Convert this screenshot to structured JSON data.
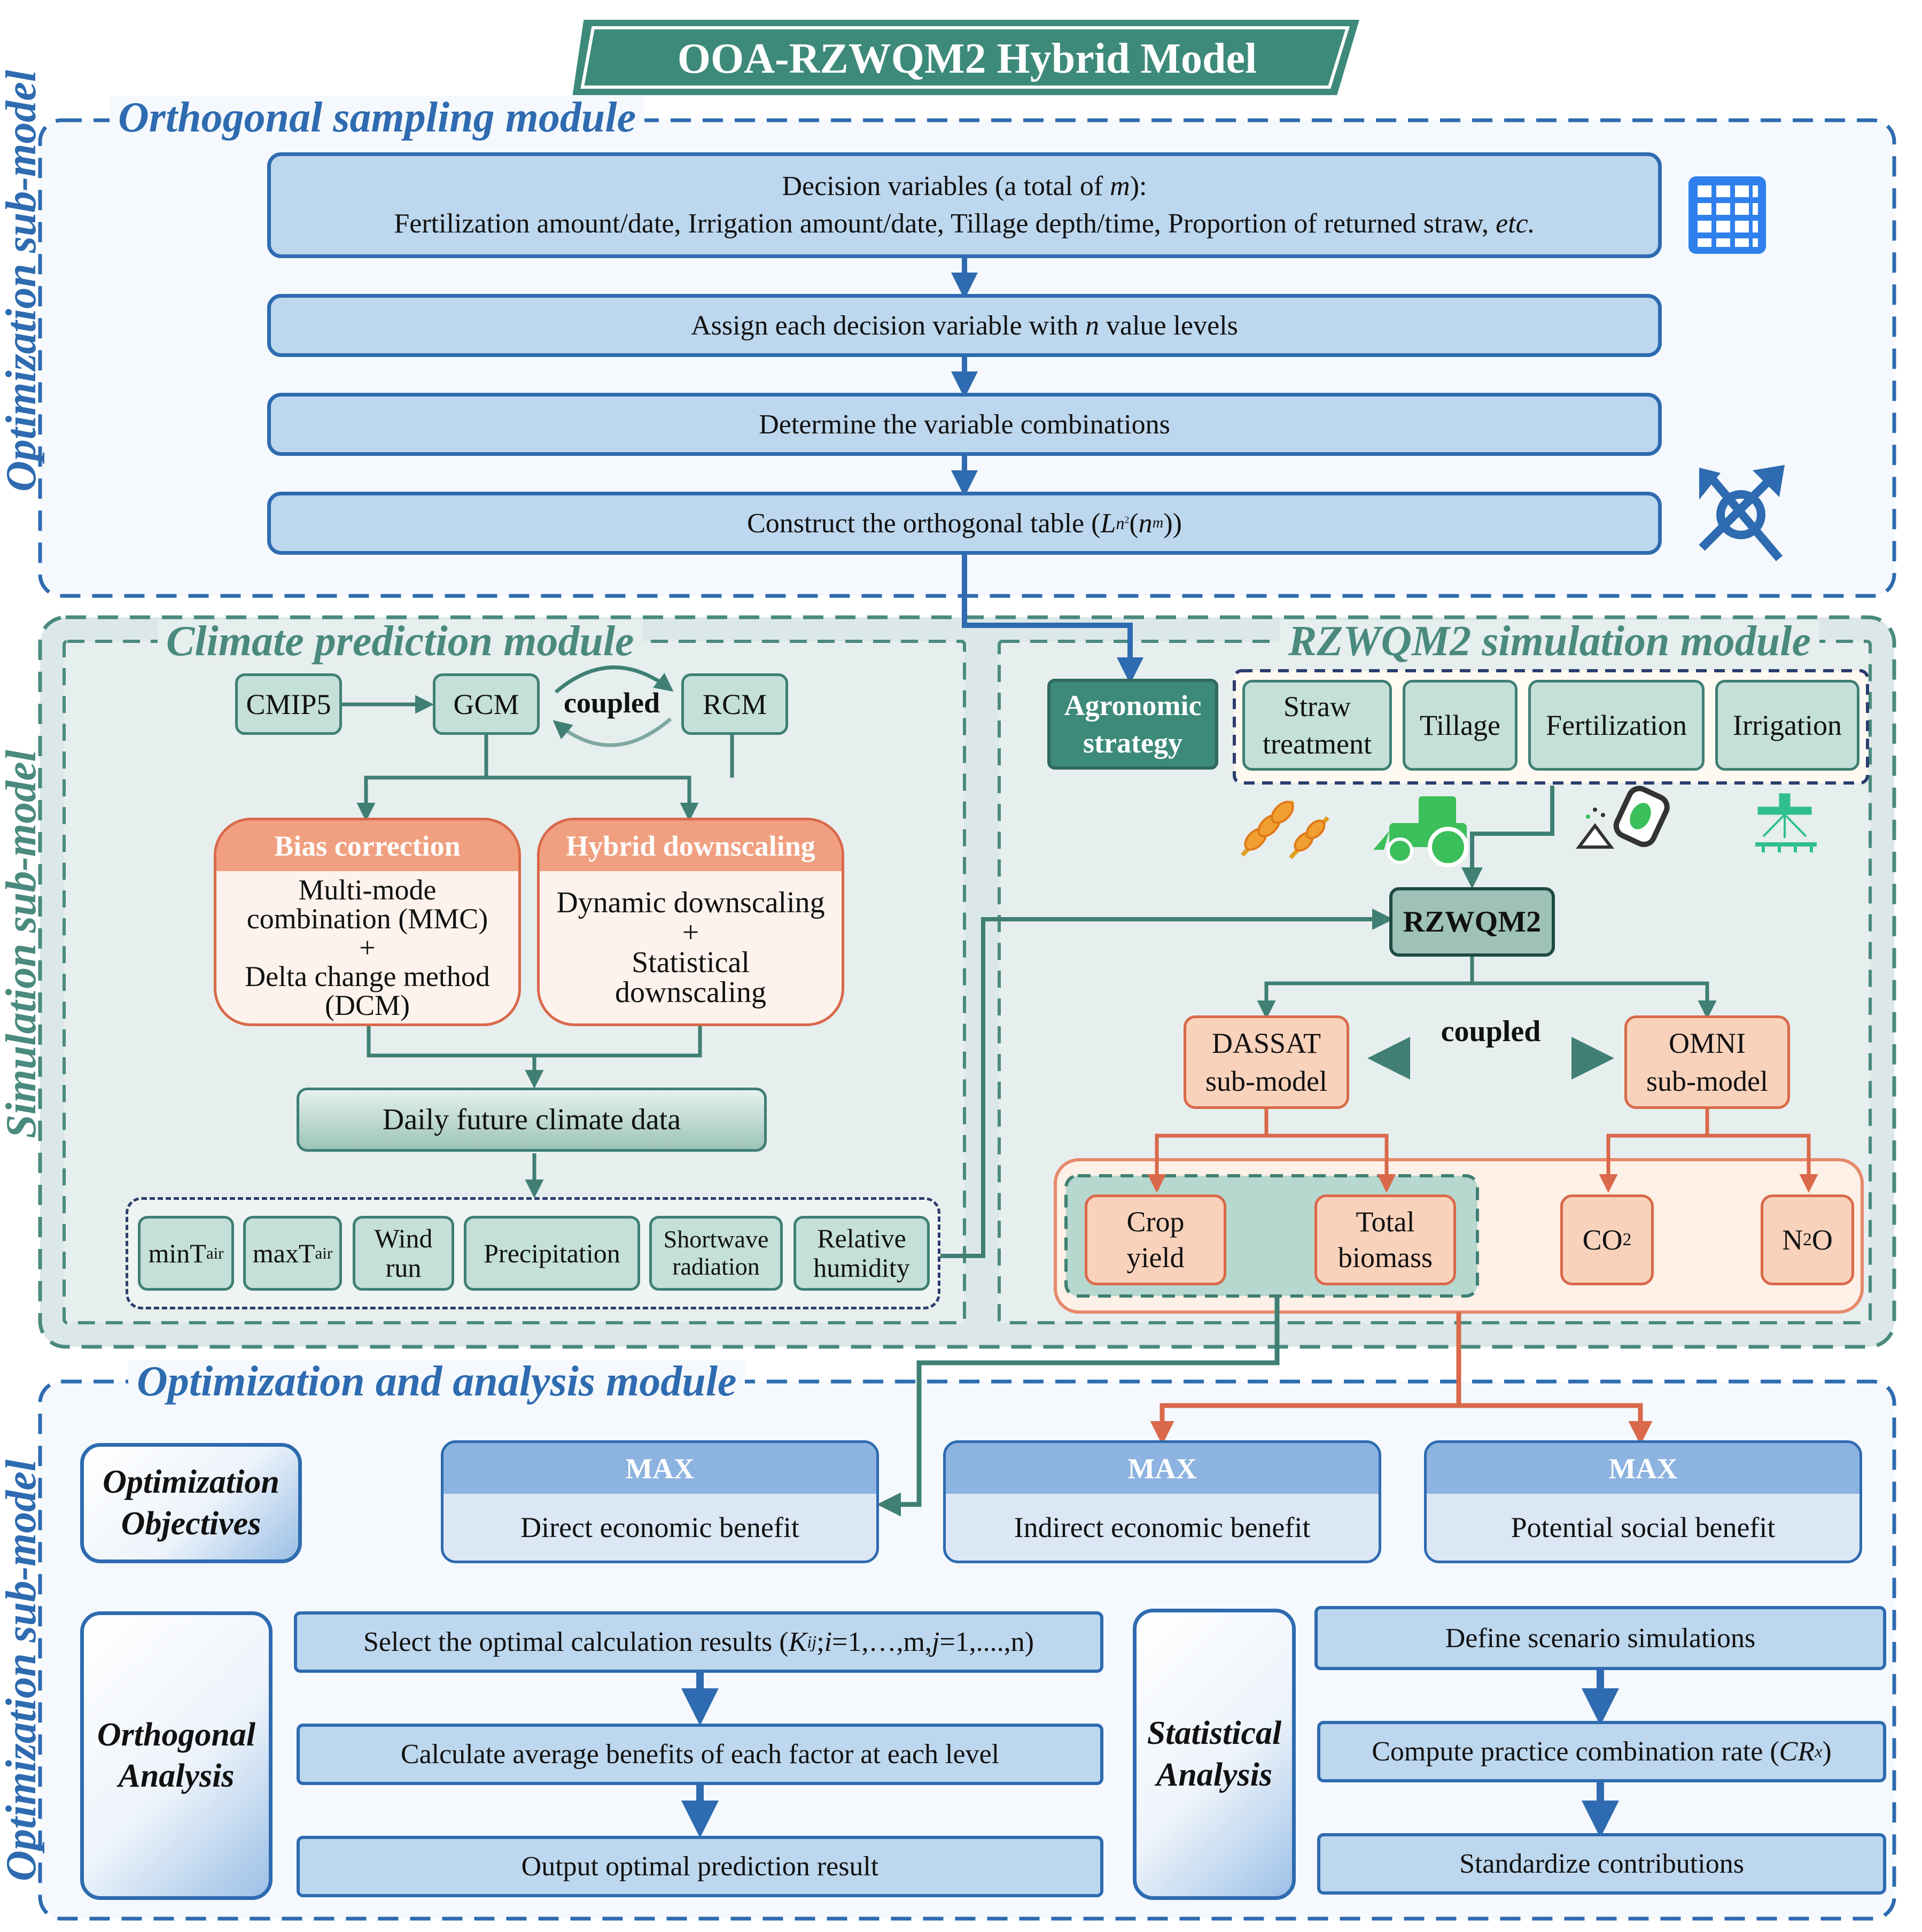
{
  "title": "OOA-RZWQM2 Hybrid Model",
  "side_labels": {
    "top": "Optimization sub-model",
    "middle": "Simulation sub-model",
    "bottom": "Optimization sub-model"
  },
  "orthogonal_sampling": {
    "title": "Orthogonal sampling module",
    "decision_line1_pre": "Decision variables (a total of ",
    "decision_line1_var": "m",
    "decision_line1_post": "):",
    "decision_line2_pre": "Fertilization amount/date, Irrigation amount/date, Tillage depth/time, Proportion of returned straw, ",
    "decision_line2_etc": "etc.",
    "assign_pre": "Assign each decision variable with ",
    "assign_var": "n",
    "assign_post": " value levels",
    "determine": "Determine the variable combinations",
    "arrow_mark": "c",
    "construct_pre": "Construct the orthogonal table (",
    "construct_L": "L",
    "construct_n": "n",
    "construct_2": "2",
    "construct_paren": "(",
    "construct_n2": "n",
    "construct_m": "m",
    "construct_post": "))"
  },
  "climate": {
    "title": "Climate prediction module",
    "cmip5": "CMIP5",
    "gcm": "GCM",
    "coupled": "coupled",
    "rcm": "RCM",
    "bias_title": "Bias correction",
    "bias_l1": "Multi-mode",
    "bias_l2": "combination (MMC)",
    "bias_l3": "+",
    "bias_l4": "Delta change method",
    "bias_l5": "(DCM)",
    "hybrid_title": "Hybrid downscaling",
    "hybrid_l1": "Dynamic downscaling",
    "hybrid_l2": "+",
    "hybrid_l3": "Statistical",
    "hybrid_l4": "downscaling",
    "daily": "Daily future climate data",
    "vars": {
      "min_base": "minT",
      "min_sub": "air",
      "max_base": "maxT",
      "max_sub": "air",
      "wind1": "Wind",
      "wind2": "run",
      "precip": "Precipitation",
      "sw1": "Shortwave",
      "sw2": "radiation",
      "rh1": "Relative",
      "rh2": "humidity"
    }
  },
  "rzwqm": {
    "title": "RZWQM2 simulation module",
    "agro1": "Agronomic",
    "agro2": "strategy",
    "straw1": "Straw",
    "straw2": "treatment",
    "tillage": "Tillage",
    "fert": "Fertilization",
    "irrig": "Irrigation",
    "model": "RZWQM2",
    "dassat1": "DASSAT",
    "dassat2": "sub-model",
    "coupled": "coupled",
    "omni1": "OMNI",
    "omni2": "sub-model",
    "crop1": "Crop",
    "crop2": "yield",
    "bio1": "Total",
    "bio2": "biomass",
    "co2_base": "CO",
    "co2_sub": "2",
    "n2o_n": "N",
    "n2o_sub": "2",
    "n2o_o": "O"
  },
  "optimization": {
    "title": "Optimization and analysis module",
    "objectives1": "Optimization",
    "objectives2": "Objectives",
    "max": "MAX",
    "direct": "Direct economic benefit",
    "indirect": "Indirect economic benefit",
    "social": "Potential social benefit",
    "ortho1": "Orthogonal",
    "ortho2": "Analysis",
    "select_pre": "Select the optimal calculation results (",
    "select_K": "K",
    "select_ij": "ij",
    "select_mid1": "; ",
    "select_i": "i",
    "select_mid2": "=1,…,m, ",
    "select_j": "j",
    "select_post": "=1,....,n)",
    "calc": "Calculate average benefits of each factor at each level",
    "output": "Output optimal prediction result",
    "stat1": "Statistical",
    "stat2": "Analysis",
    "define": "Define scenario simulations",
    "compute_pre": "Compute practice combination rate (",
    "compute_var": "CR",
    "compute_sub": "x",
    "compute_post": ")",
    "standardize": "Standardize contributions"
  },
  "colors": {
    "blue": "#2e6bb0",
    "green": "#3f7f74",
    "orange": "#d9694a",
    "title_bg": "#3d8a7a"
  },
  "icons": [
    "table-grid-icon",
    "crossed-arrows-icon",
    "wheat-icon",
    "tractor-icon",
    "fertilizer-icon",
    "sprinkler-icon"
  ]
}
